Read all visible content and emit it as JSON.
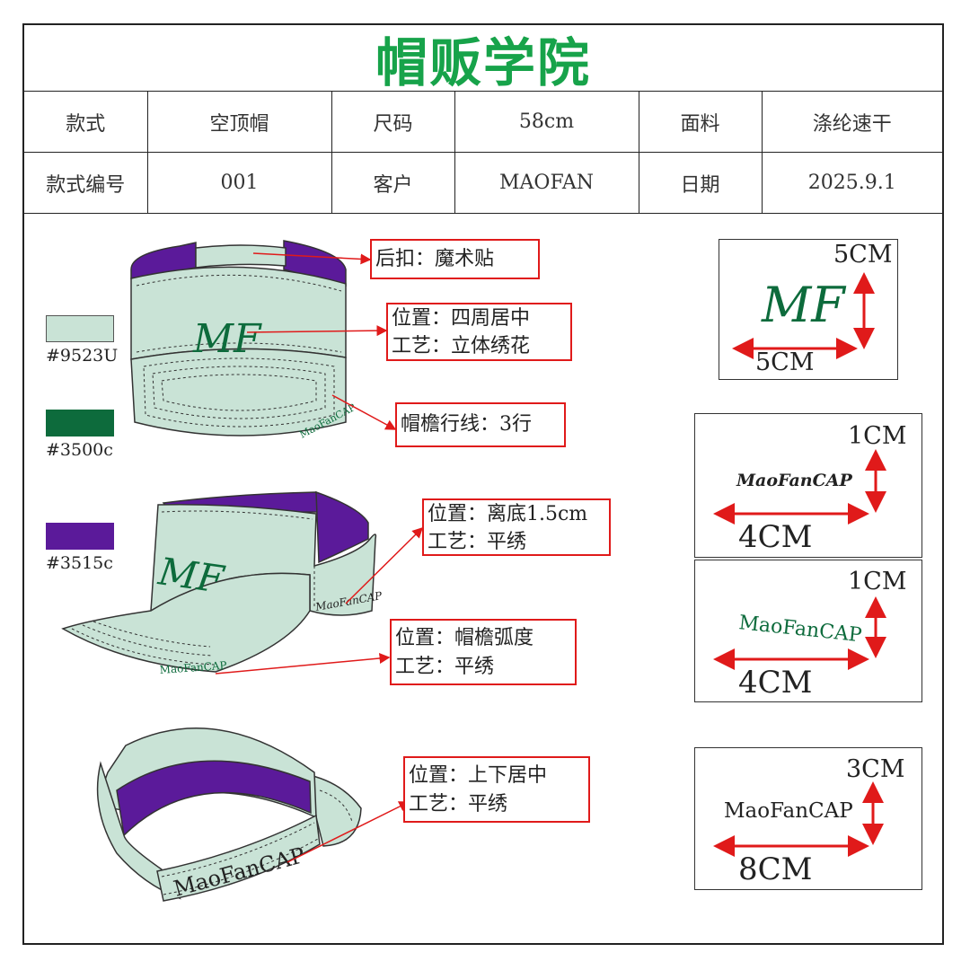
{
  "title": "帽贩学院",
  "info": {
    "style_label": "款式",
    "style_value": "空顶帽",
    "size_label": "尺码",
    "size_value": "58cm",
    "fabric_label": "面料",
    "fabric_value": "涤纶速干",
    "style_no_label": "款式编号",
    "style_no_value": "001",
    "customer_label": "客户",
    "customer_value": "MAOFAN",
    "date_label": "日期",
    "date_value": "2025.9.1"
  },
  "swatches": [
    {
      "code": "#9523U",
      "color": "#c9e3d6"
    },
    {
      "code": "#3500c",
      "color": "#0d6b3c"
    },
    {
      "code": "#3515c",
      "color": "#5b1a9a"
    }
  ],
  "hat_logo": "MF",
  "hat_visor_text": "MaoFanCAP",
  "notes": {
    "back_closure": "后扣：魔术贴",
    "front_position": "位置：四周居中",
    "front_craft": "工艺：立体绣花",
    "visor_stitch": "帽檐行线：3行",
    "side_position": "位置：离底1.5cm",
    "side_craft": "工艺：平绣",
    "brim_position": "位置：帽檐弧度",
    "brim_craft": "工艺：平绣",
    "back_position": "位置：上下居中",
    "back_craft": "工艺：平绣"
  },
  "specs": [
    {
      "text": "MF",
      "height": "5CM",
      "width": "5CM"
    },
    {
      "text": "MaoFanCAP",
      "height": "1CM",
      "width": "4CM"
    },
    {
      "text": "MaoFanCAP",
      "height": "1CM",
      "width": "4CM"
    },
    {
      "text": "MaoFanCAP",
      "height": "3CM",
      "width": "8CM"
    }
  ],
  "colors": {
    "accent": "#17a34a",
    "arrow": "#e01a1a",
    "cap": "#c9e3d6",
    "purple": "#5b1a9a",
    "green": "#0d6b3c"
  }
}
